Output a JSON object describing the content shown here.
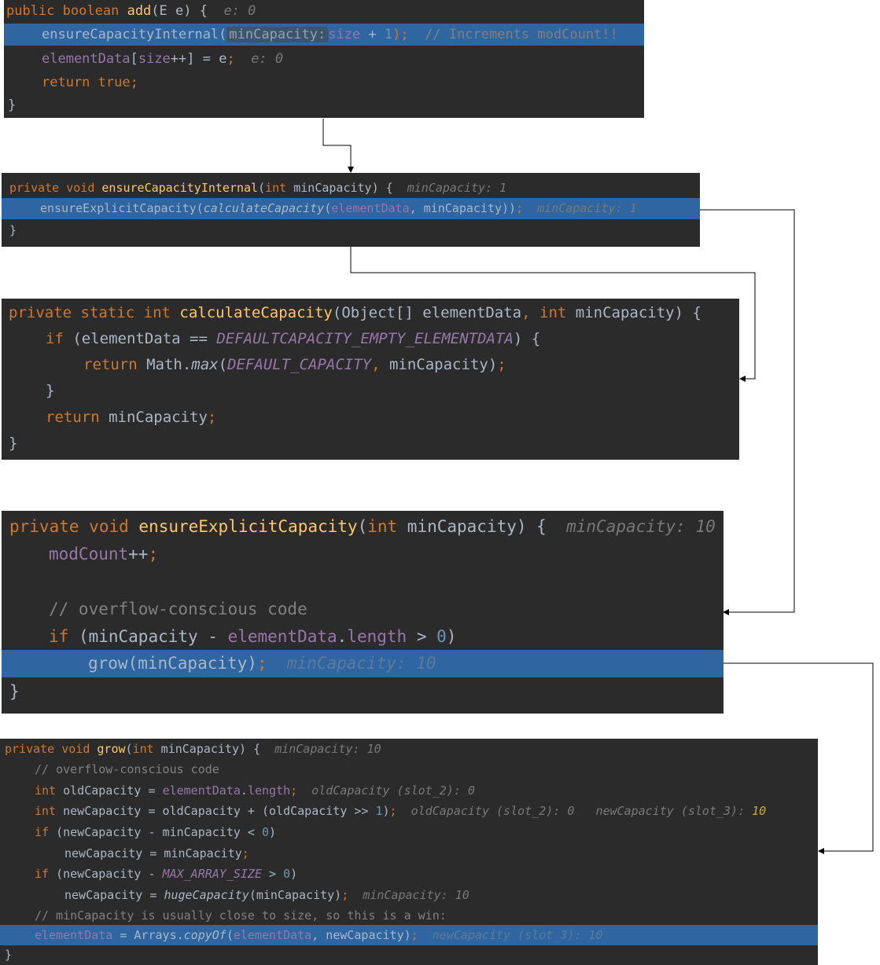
{
  "blocks": {
    "add": {
      "sig_public": "public",
      "sig_boolean": "boolean",
      "sig_add": "add",
      "sig_param": "(E e) {",
      "sig_hint": "e: 0",
      "l1_call": "ensureCapacityInternal(",
      "l1_pill": "minCapacity:",
      "l1_size": "size",
      "l1_plus": " + ",
      "l1_one": "1",
      "l1_close": ");",
      "l1_comment": "// Increments modCount!!",
      "l2_field": "elementData",
      "l2_open": "[",
      "l2_size": "size",
      "l2_rest": "++] = e",
      "l2_semi": ";",
      "l2_hint": "e: 0",
      "l3_return": "return",
      "l3_true": "true;",
      "close": "}"
    },
    "eci": {
      "sig_private": "private",
      "sig_void": "void",
      "sig_name": "ensureCapacityInternal",
      "sig_open": "(",
      "sig_int": "int",
      "sig_rest": " minCapacity) {",
      "sig_hint": "minCapacity: 1",
      "l1_call": "ensureExplicitCapacity(",
      "l1_calc": "calculateCapacity",
      "l1_open": "(",
      "l1_ed": "elementData",
      "l1_rest": ", minCapacity))",
      "l1_semi": ";",
      "l1_hint": "minCapacity: 1",
      "close": "}"
    },
    "calc": {
      "sig_private": "private",
      "sig_static": "static",
      "sig_int": "int",
      "sig_name": "calculateCapacity",
      "sig_args1": "(Object[] elementData",
      "sig_comma": ",",
      "sig_int2": "int",
      "sig_args2": " minCapacity) {",
      "l1_if": "if",
      "l1_cond": " (elementData == ",
      "l1_const": "DEFAULTCAPACITY_EMPTY_ELEMENTDATA",
      "l1_end": ") {",
      "l2_return": "return",
      "l2_math": " Math.",
      "l2_max": "max",
      "l2_open": "(",
      "l2_const": "DEFAULT_CAPACITY",
      "l2_comma": ",",
      "l2_rest": " minCapacity)",
      "l2_semi": ";",
      "l3_close": "}",
      "l4_return": "return",
      "l4_rest": " minCapacity",
      "l4_semi": ";",
      "close": "}"
    },
    "explicit": {
      "sig_private": "private",
      "sig_void": "void",
      "sig_name": "ensureExplicitCapacity",
      "sig_open": "(",
      "sig_int": "int",
      "sig_rest": " minCapacity) {",
      "sig_hint": "minCapacity: 10",
      "l1_field": "modCount",
      "l1_rest": "++",
      "l1_semi": ";",
      "l3_comment": "// overflow-conscious code",
      "l4_if": "if",
      "l4_open": " (minCapacity - ",
      "l4_field": "elementData",
      "l4_dot": ".",
      "l4_length": "length",
      "l4_gt": " > ",
      "l4_zero": "0",
      "l4_close": ")",
      "l5_call": "grow(minCapacity)",
      "l5_semi": ";",
      "l5_hint": "minCapacity: 10",
      "close": "}"
    },
    "grow": {
      "sig_private": "private",
      "sig_void": "void",
      "sig_name": "grow",
      "sig_open": "(",
      "sig_int": "int",
      "sig_rest": " minCapacity) {",
      "sig_hint": "minCapacity: 10",
      "l1_comment": "// overflow-conscious code",
      "l2_int": "int",
      "l2_rest": " oldCapacity = ",
      "l2_field": "elementData",
      "l2_dot": ".",
      "l2_length": "length",
      "l2_semi": ";",
      "l2_hint": "oldCapacity (slot_2): 0",
      "l3_int": "int",
      "l3_rest": " newCapacity = oldCapacity + (oldCapacity >> ",
      "l3_one": "1",
      "l3_close": ")",
      "l3_semi": ";",
      "l3_hint1": "oldCapacity (slot_2): 0",
      "l3_hint2": "newCapacity (slot_3): ",
      "l3_hint_val": "10",
      "l4_if": "if",
      "l4_rest": " (newCapacity - minCapacity < ",
      "l4_zero": "0",
      "l4_close": ")",
      "l5_rest": "newCapacity = minCapacity",
      "l5_semi": ";",
      "l6_if": "if",
      "l6_open": " (newCapacity - ",
      "l6_const": "MAX_ARRAY_SIZE",
      "l6_gt": " > ",
      "l6_zero": "0",
      "l6_close": ")",
      "l7_rest": "newCapacity = ",
      "l7_huge": "hugeCapacity",
      "l7_args": "(minCapacity)",
      "l7_semi": ";",
      "l7_hint": "minCapacity: 10",
      "l8_comment": "// minCapacity is usually close to size, so this is a win:",
      "l9_field": "elementData",
      "l9_eq": " = Arrays.",
      "l9_copy": "copyOf",
      "l9_open": "(",
      "l9_ed": "elementData",
      "l9_rest": ", newCapacity)",
      "l9_semi": ";",
      "l9_hint": "newCapacity (slot_3): 10",
      "close": "}"
    }
  }
}
